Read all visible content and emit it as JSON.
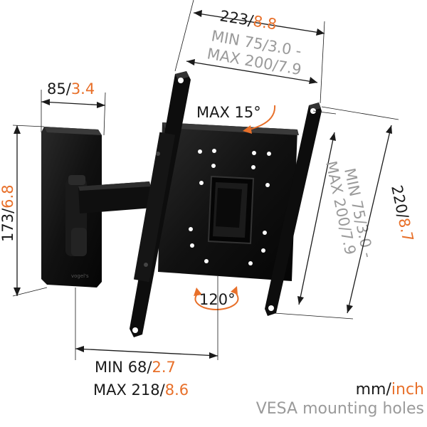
{
  "dimensions": {
    "top_width": {
      "mm": "223",
      "sep": "/",
      "inch": "8.8"
    },
    "vesa_width": {
      "line1": "MIN 75/3.0 -",
      "line2": "MAX 200/7.9"
    },
    "tilt": {
      "text": "MAX 15°"
    },
    "wall_plate_width": {
      "mm": "85",
      "sep": "/",
      "inch": "3.4"
    },
    "wall_plate_height": {
      "mm": "173",
      "sep": "/",
      "inch": "6.8"
    },
    "total_height": {
      "mm": "220",
      "sep": "/",
      "inch": "8.7"
    },
    "vesa_height": {
      "line1": "MIN 75/3.0 -",
      "line2": "MAX 200/7.9"
    },
    "swivel": {
      "text": "120°"
    },
    "depth_min": {
      "label": "MIN 68",
      "sep": "/",
      "inch": "2.7"
    },
    "depth_max": {
      "label": "MAX 218",
      "sep": "/",
      "inch": "8.6"
    }
  },
  "legend": {
    "mm": "mm",
    "sep": "/",
    "inch": "inch",
    "vesa_note": "VESA mounting holes"
  },
  "colors": {
    "accent": "#e8702a",
    "text": "#1a1a1a",
    "vesa_text": "#9a9a9a",
    "product": "#141414"
  }
}
